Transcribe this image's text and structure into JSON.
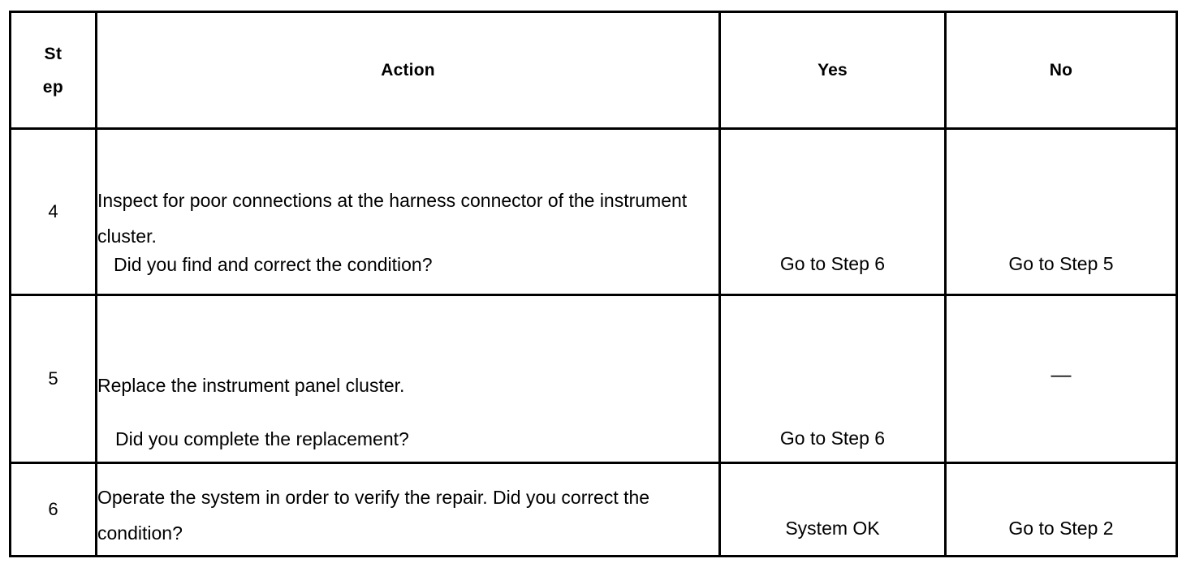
{
  "table": {
    "headers": {
      "step_line1": "St",
      "step_line2": "ep",
      "action": "Action",
      "yes": "Yes",
      "no": "No"
    },
    "rows": [
      {
        "step": "4",
        "action_lead": "Inspect for poor connections at the harness connector of the instrument cluster.",
        "action_question": "Did you find and correct the condition?",
        "yes": "Go to Step 6",
        "no": "Go to Step 5"
      },
      {
        "step": "5",
        "action_lead": "Replace the instrument panel cluster.",
        "action_question": "Did you complete the replacement?",
        "yes": "Go to Step 6",
        "no": "—"
      },
      {
        "step": "6",
        "action_lead": "Operate the system in order to verify the repair. Did you correct the condition?",
        "action_question": "",
        "yes": "System OK",
        "no": "Go to Step 2"
      }
    ]
  },
  "colors": {
    "border": "#000000",
    "text": "#000000",
    "background": "#ffffff"
  }
}
